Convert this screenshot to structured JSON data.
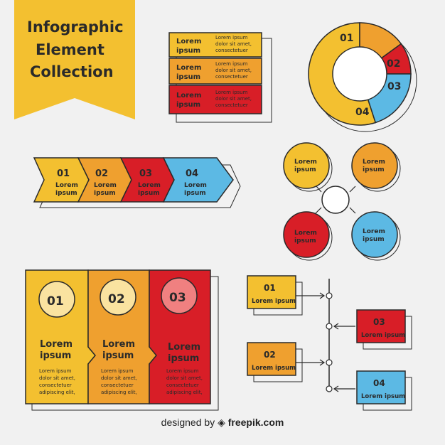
{
  "title": {
    "line1": "Infographic",
    "line2": "Element",
    "line3": "Collection"
  },
  "colors": {
    "yellow": "#f3c030",
    "orange": "#efa02f",
    "red": "#d81e27",
    "blue": "#5cb9e4",
    "ink": "#2a2a2a",
    "bg": "#f1f1f1"
  },
  "table_rows": [
    {
      "label_1": "Lorem",
      "label_2": "ipsum",
      "text_1": "Lorem ipsum",
      "text_2": "dolor sit amet,",
      "text_3": "consectetuer",
      "color": "yellow"
    },
    {
      "label_1": "Lorem",
      "label_2": "ipsum",
      "text_1": "Lorem ipsum",
      "text_2": "dolor sit amet,",
      "text_3": "consectetuer",
      "color": "orange"
    },
    {
      "label_1": "Lorem",
      "label_2": "ipsum",
      "text_1": "Lorem ipsum",
      "text_2": "dolor sit amet,",
      "text_3": "consectetuer",
      "color": "red"
    }
  ],
  "donut": {
    "segments": [
      {
        "label": "01",
        "value": 55,
        "color": "yellow"
      },
      {
        "label": "02",
        "value": 15,
        "color": "orange"
      },
      {
        "label": "03",
        "value": 10,
        "color": "red"
      },
      {
        "label": "04",
        "value": 20,
        "color": "blue"
      }
    ]
  },
  "arrow_steps": [
    {
      "num": "01",
      "text_1": "Lorem",
      "text_2": "ipsum",
      "color": "yellow"
    },
    {
      "num": "02",
      "text_1": "Lorem",
      "text_2": "ipsum",
      "color": "orange"
    },
    {
      "num": "03",
      "text_1": "Lorem",
      "text_2": "ipsum",
      "color": "red"
    },
    {
      "num": "04",
      "text_1": "Lorem",
      "text_2": "ipsum",
      "color": "blue"
    }
  ],
  "cycle_nodes": [
    {
      "text_1": "Lorem",
      "text_2": "ipsum",
      "color": "yellow"
    },
    {
      "text_1": "Lorem",
      "text_2": "ipsum",
      "color": "orange"
    },
    {
      "text_1": "Lorem",
      "text_2": "ipsum",
      "color": "red"
    },
    {
      "text_1": "Lorem",
      "text_2": "ipsum",
      "color": "blue"
    }
  ],
  "columns": [
    {
      "num": "01",
      "title_1": "Lorem",
      "title_2": "ipsum",
      "body_1": "Lorem ipsum",
      "body_2": "dolor sit amet,",
      "body_3": "consectetuer",
      "body_4": "adipiscing elit,",
      "color": "yellow"
    },
    {
      "num": "02",
      "title_1": "Lorem",
      "title_2": "ipsum",
      "body_1": "Lorem ipsum",
      "body_2": "dolor sit amet,",
      "body_3": "consectetuer",
      "body_4": "adipiscing elit,",
      "color": "orange"
    },
    {
      "num": "03",
      "title_1": "Lorem",
      "title_2": "ipsum",
      "body_1": "Lorem ipsum",
      "body_2": "dolor sit amet,",
      "body_3": "consectetuer",
      "body_4": "adipiscing elit,",
      "color": "red"
    }
  ],
  "timeline": [
    {
      "num": "01",
      "text": "Lorem ipsum",
      "color": "yellow"
    },
    {
      "num": "03",
      "text": "Lorem ipsum",
      "color": "red"
    },
    {
      "num": "02",
      "text": "Lorem ipsum",
      "color": "orange"
    },
    {
      "num": "04",
      "text": "Lorem ipsum",
      "color": "blue"
    }
  ],
  "credit": {
    "prefix": "designed by",
    "brand": "freepik.com"
  }
}
